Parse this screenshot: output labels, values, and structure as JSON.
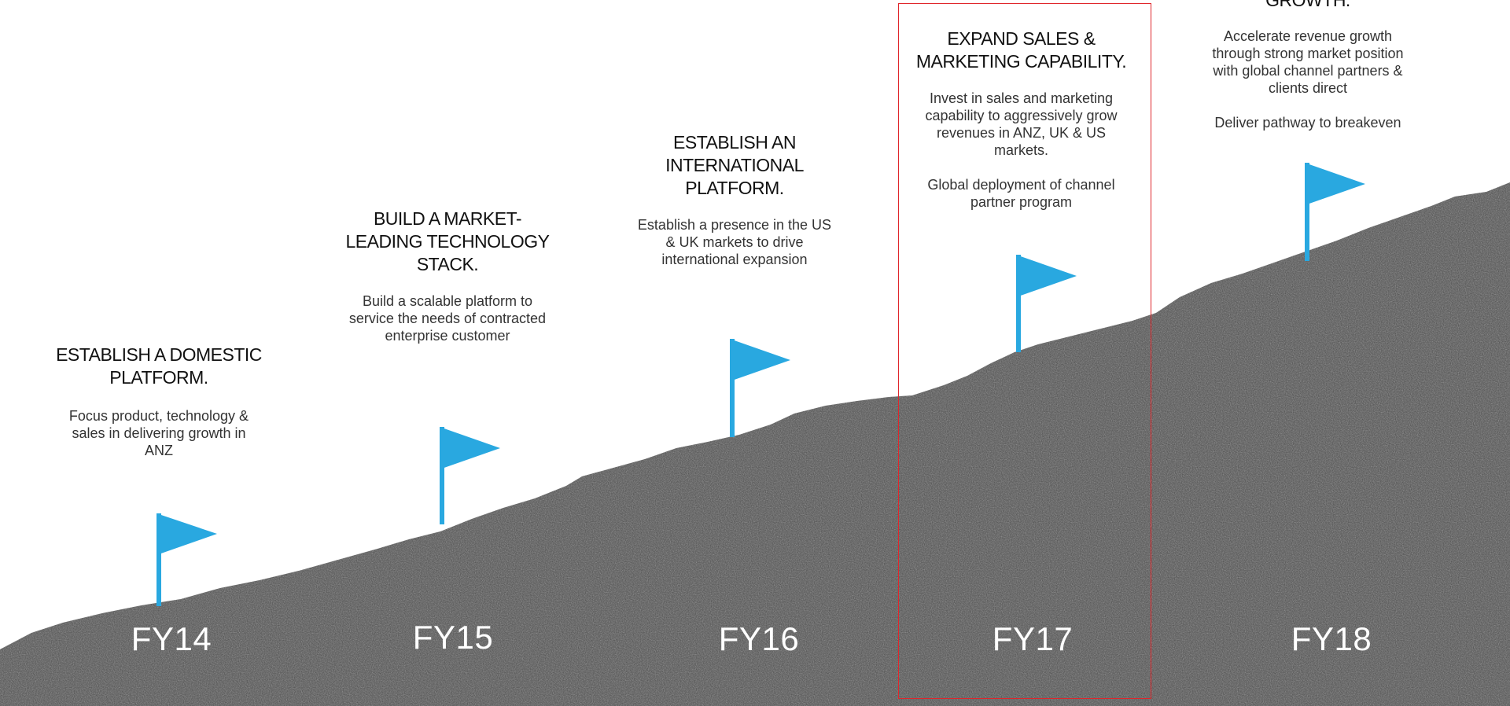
{
  "colors": {
    "flag": "#29a8e0",
    "mountain": "#4a4a4a",
    "highlight": "#e0262b",
    "year_text": "#ffffff"
  },
  "stages": [
    {
      "year": "FY14",
      "title": "ESTABLISH A DOMESTIC\nPLATFORM.",
      "description": "Focus product, technology &\nsales in delivering growth in\nANZ"
    },
    {
      "year": "FY15",
      "title": "BUILD A MARKET-\nLEADING TECHNOLOGY\nSTACK.",
      "description": "Build a scalable platform to\nservice the needs of contracted\nenterprise customer"
    },
    {
      "year": "FY16",
      "title": "ESTABLISH AN\nINTERNATIONAL\nPLATFORM.",
      "description": "Establish a presence in the US\n& UK markets to drive\ninternational expansion"
    },
    {
      "year": "FY17",
      "title": "EXPAND SALES &\nMARKETING CAPABILITY.",
      "description": "Invest in sales and marketing\ncapability to aggressively grow\nrevenues in ANZ, UK & US\nmarkets.\n\nGlobal deployment of channel\npartner program",
      "highlighted": true
    },
    {
      "year": "FY18",
      "title": "GROWTH.",
      "description": "Accelerate revenue growth\nthrough strong market position\nwith global channel partners &\nclients direct\n\nDeliver pathway to breakeven"
    }
  ]
}
